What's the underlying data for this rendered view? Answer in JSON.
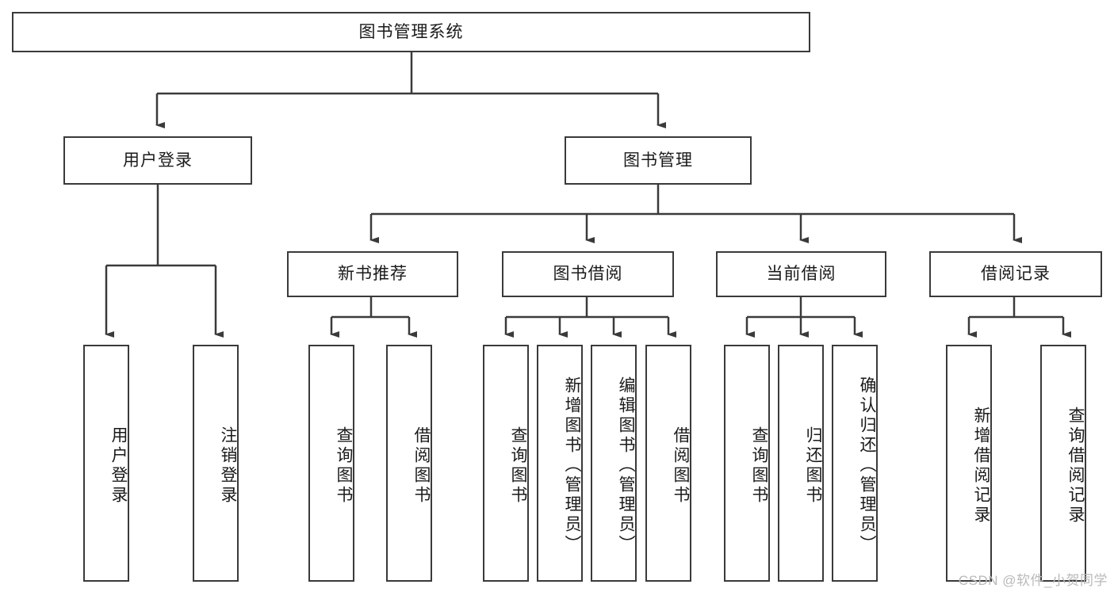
{
  "diagram": {
    "type": "tree",
    "title_node": {
      "label": "图书管理系统"
    },
    "level2": [
      {
        "id": "user-login",
        "label": "用户登录"
      },
      {
        "id": "book-manage",
        "label": "图书管理"
      }
    ],
    "level3": [
      {
        "id": "new-book-recommend",
        "label": "新书推荐"
      },
      {
        "id": "book-borrow",
        "label": "图书借阅"
      },
      {
        "id": "current-borrow",
        "label": "当前借阅"
      },
      {
        "id": "borrow-record",
        "label": "借阅记录"
      }
    ],
    "leaves": [
      {
        "id": "leaf-user-login",
        "label": "用户登录",
        "parent": "user-login"
      },
      {
        "id": "leaf-logout-login",
        "label": "注销登录",
        "parent": "user-login"
      },
      {
        "id": "leaf-query-book-1",
        "label": "查询图书",
        "parent": "new-book-recommend"
      },
      {
        "id": "leaf-borrow-book-1",
        "label": "借阅图书",
        "parent": "new-book-recommend"
      },
      {
        "id": "leaf-query-book-2",
        "label": "查询图书",
        "parent": "book-borrow"
      },
      {
        "id": "leaf-add-book",
        "label": "新增图书（管理员）",
        "parent": "book-borrow"
      },
      {
        "id": "leaf-edit-book",
        "label": "编辑图书（管理员）",
        "parent": "book-borrow"
      },
      {
        "id": "leaf-borrow-book-2",
        "label": "借阅图书",
        "parent": "book-borrow"
      },
      {
        "id": "leaf-query-book-3",
        "label": "查询图书",
        "parent": "current-borrow"
      },
      {
        "id": "leaf-return-book",
        "label": "归还图书",
        "parent": "current-borrow"
      },
      {
        "id": "leaf-confirm-return",
        "label": "确认归还（管理员）",
        "parent": "current-borrow"
      },
      {
        "id": "leaf-add-record",
        "label": "新增借阅记录",
        "parent": "borrow-record"
      },
      {
        "id": "leaf-query-record",
        "label": "查询借阅记录",
        "parent": "borrow-record"
      }
    ],
    "colors": {
      "stroke": "#3a3a3a",
      "fill": "#ffffff",
      "text": "#1a1a1a",
      "watermark": "#b9b9b9"
    }
  },
  "watermark": {
    "text": "CSDN @软件_小贺同学"
  }
}
